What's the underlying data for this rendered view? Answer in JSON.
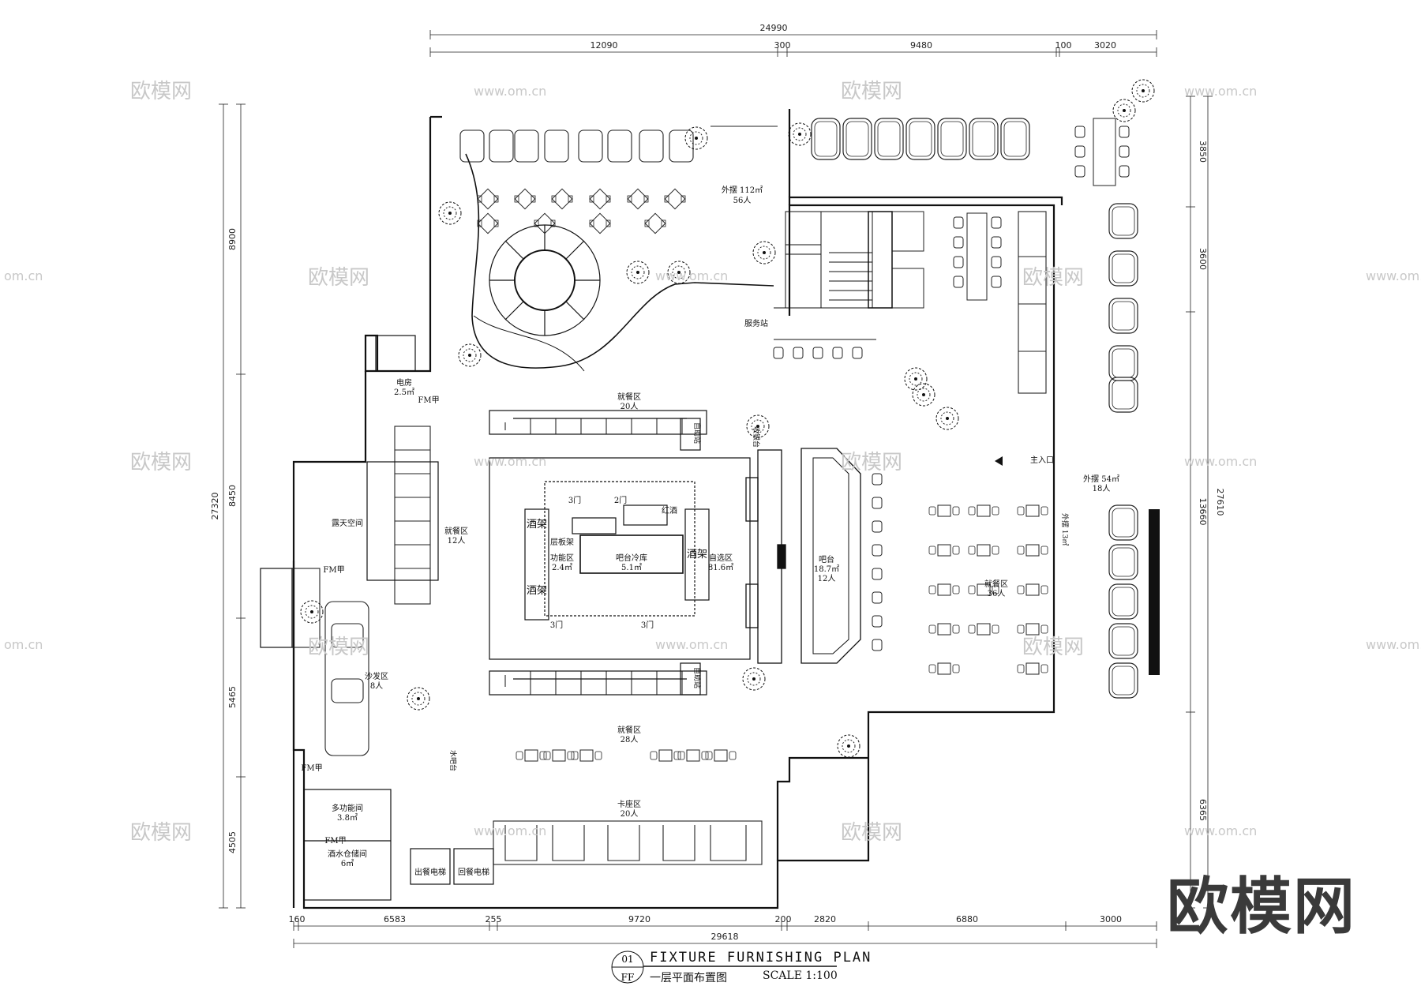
{
  "title": {
    "en": "FIXTURE FURNISHING PLAN",
    "cn": "一层平面布置图",
    "scale": "SCALE 1:100",
    "drawing_no": "01",
    "sheet": "FF"
  },
  "watermark": {
    "brand": "欧模网",
    "url": "www.om.cn",
    "url_partial": "om.cn"
  },
  "dimensions": {
    "top_total": "24990",
    "top_segments": [
      "12090",
      "300",
      "9480",
      "100",
      "3020"
    ],
    "bottom_total": "29618",
    "bottom_segments": [
      "160",
      "6583",
      "255",
      "9720",
      "200",
      "2820",
      "6880",
      "3000"
    ],
    "left_total": "27320",
    "left_segments": [
      "8900",
      "8450",
      "5465",
      "4505"
    ],
    "right_total": "27610",
    "right_segments": [
      "3850",
      "3600",
      "13660",
      "6365"
    ]
  },
  "rooms": {
    "outdoor_top": [
      "外摆 112㎡",
      "56人"
    ],
    "outdoor_right": [
      "外摆 54㎡",
      "18人"
    ],
    "outdoor_small": "外摆 13㎡",
    "dining_top": [
      "就餐区",
      "20人"
    ],
    "dining_left": [
      "就餐区",
      "12人"
    ],
    "dining_bottom": [
      "就餐区",
      "28人"
    ],
    "dining_right": [
      "就餐区",
      "36人"
    ],
    "booth": [
      "卡座区",
      "20人"
    ],
    "sofa": [
      "沙发区",
      "8人"
    ],
    "bar": [
      "吧台",
      "18.7㎡",
      "12人"
    ],
    "self_serve": [
      "自选区",
      "81.6㎡"
    ],
    "function": [
      "功能区",
      "2.4㎡"
    ],
    "cold_room": [
      "吧台冷库",
      "5.1㎡"
    ],
    "electric": [
      "电房",
      "2.5㎡"
    ],
    "multi": [
      "多功能间",
      "3.8㎡"
    ],
    "wine_store": [
      "酒水仓储间",
      "6㎡"
    ],
    "open_air": "露天空间",
    "service": "服务站",
    "main_entrance": "主入口",
    "elevator_out": "出餐电梯",
    "elevator_back": "回餐电梯",
    "fm1": "FM甲",
    "fm2": "FM甲",
    "fm3": "FM甲",
    "fm4": "FM甲",
    "wine_rack1": "酒架",
    "wine_rack2": "酒架",
    "wine_rack3": "酒架",
    "red_wine": "红酒",
    "shelf": "层板架",
    "door_3_1": "3门",
    "door_2": "2门",
    "door_3_2": "3门",
    "door_3_3": "3门",
    "selfstation_top": "自助站",
    "selfstation_bot": "自助站",
    "pos_bar": "收银台",
    "water": "水吧台"
  }
}
